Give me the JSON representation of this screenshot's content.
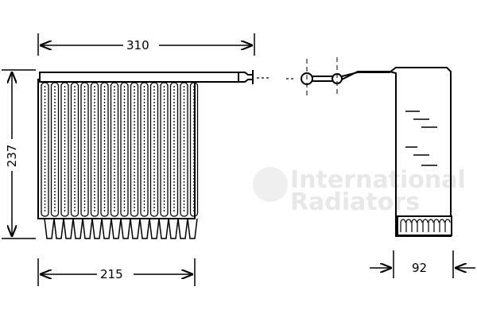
{
  "dimensions": {
    "overall_width": "310",
    "height": "237",
    "core_width": "215",
    "depth": "92"
  },
  "watermark": {
    "line1": "International",
    "line2": "Radiators"
  }
}
